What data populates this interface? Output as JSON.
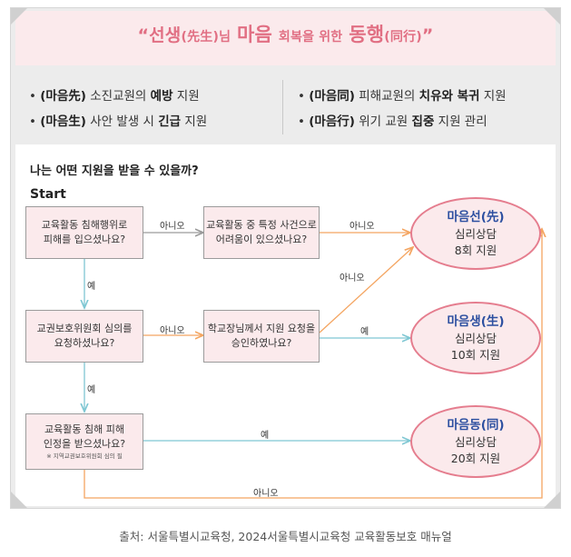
{
  "title": {
    "open": "“",
    "w1": "선생",
    "w1h": "(先生)",
    "w1s": "님",
    "w2": "마음",
    "w3": "회복을 위한",
    "w4": "동행",
    "w4h": "(同行)",
    "close": "”"
  },
  "bullets": [
    {
      "dot": "•",
      "head": "(마음先)",
      "pre": "소진교원의",
      "key": "예방",
      "post": "지원"
    },
    {
      "dot": "•",
      "head": "(마음生)",
      "pre": "사안 발생 시",
      "key": "긴급",
      "post": "지원"
    },
    {
      "dot": "•",
      "head": "(마음同)",
      "pre": "피해교원의",
      "key": "치유와 복귀",
      "post": "지원"
    },
    {
      "dot": "•",
      "head": "(마음行)",
      "pre": "위기 교원",
      "key": "집중",
      "post": "지원 관리"
    }
  ],
  "flow": {
    "question": "나는 어떤 지원을 받을 수 있을까?",
    "start": "Start",
    "boxes": [
      {
        "line1": "교육활동 침해행위로",
        "line2": "피해를 입으셨나요?"
      },
      {
        "line1": "교육활동 중 특정 사건으로",
        "line2": "어려움이 있으셨나요?"
      },
      {
        "line1": "교권보호위원회 심의를",
        "line2": "요청하셨나요?"
      },
      {
        "line1": "학교장님께서 지원 요청을",
        "line2": "승인하였나요?"
      },
      {
        "line1": "교육활동 침해 피해",
        "line2": "인정을 받으셨나요?",
        "note": "※ 지역교권보호위원회 심의 필"
      }
    ],
    "outcomes": [
      {
        "name": "마음선(先)",
        "line1": "심리상담",
        "line2": "8회 지원"
      },
      {
        "name": "마음생(生)",
        "line1": "심리상담",
        "line2": "10회 지원"
      },
      {
        "name": "마음동(同)",
        "line1": "심리상담",
        "line2": "20회 지원"
      }
    ],
    "labels": {
      "no": "아니오",
      "yes": "예"
    },
    "colors": {
      "no_arrow": "#f4a561",
      "yes_arrow": "#7fc7d3",
      "gray_arrow": "#9a9a9a",
      "accent": "#e16f83",
      "box_fill": "#fbeaec",
      "outcome_text": "#2c4fa0"
    }
  },
  "caption": "출처: 서울특별시교육청, 2024서울특별시교육청 교육활동보호 매뉴얼"
}
